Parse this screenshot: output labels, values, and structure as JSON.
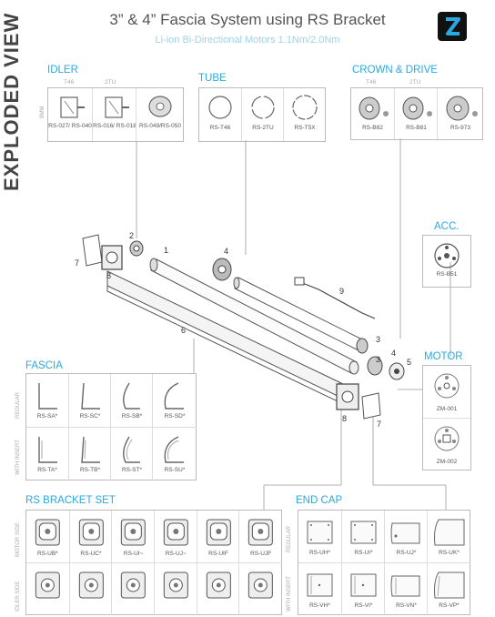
{
  "header": {
    "title": "3” & 4” Fascia System using RS Bracket",
    "subtitle": "Li-ion Bi-Directional Motors 1.1Nm/2.0Nm",
    "side_title": "EXPLODED VIEW",
    "logo_icon": "z-logo-icon"
  },
  "colors": {
    "accent": "#29a9e0",
    "text": "#444444",
    "line": "#bbbbbb"
  },
  "idler": {
    "label": "IDLER",
    "col_labels": [
      "T46",
      "2TU"
    ],
    "side_label": "8MM",
    "items": [
      "RS-027/ RS-040",
      "RS-016/ RS-018",
      "RS-049/RS-050"
    ]
  },
  "tube": {
    "label": "TUBE",
    "items": [
      "RS-T46",
      "RS-2TU",
      "RS-T5X"
    ]
  },
  "crown": {
    "label": "CROWN & DRIVE",
    "col_labels": [
      "T46",
      "2TU"
    ],
    "items": [
      "RS-B82",
      "RS-B81",
      "RS-973"
    ]
  },
  "acc": {
    "label": "ACC.",
    "items": [
      "RS-B51"
    ]
  },
  "motor": {
    "label": "MOTOR",
    "items": [
      "ZM-001",
      "ZM-002"
    ]
  },
  "fascia": {
    "label": "FASCIA",
    "row_labels": [
      "REGULAR",
      "WITH INSERT"
    ],
    "regular": [
      "RS-SA*",
      "RS-SC*",
      "RS-SB*",
      "RS-SD*"
    ],
    "insert": [
      "RS-TA*",
      "RS-TB*",
      "RS-ST*",
      "RS-SU*"
    ]
  },
  "bracket": {
    "label": "RS BRACKET SET",
    "row_labels": [
      "MOTOR SIDE",
      "IDLER SIDE"
    ],
    "motor": [
      "RS-UB*",
      "RS-UC*",
      "RS-UI~",
      "RS-UJ~",
      "RS-UIF",
      "RS-UJF"
    ]
  },
  "endcap": {
    "label": "END CAP",
    "row_labels": [
      "REGULAR",
      "WITH INSERT"
    ],
    "regular": [
      "RS-UH*",
      "RS-UI*",
      "RS-UJ*",
      "RS-UK*"
    ],
    "insert": [
      "RS-VH*",
      "RS-VI*",
      "RS-VN*",
      "RS-VP*"
    ]
  },
  "callouts": [
    "1",
    "2",
    "3",
    "3",
    "4",
    "4",
    "5",
    "6",
    "7",
    "7",
    "8",
    "8",
    "9"
  ]
}
